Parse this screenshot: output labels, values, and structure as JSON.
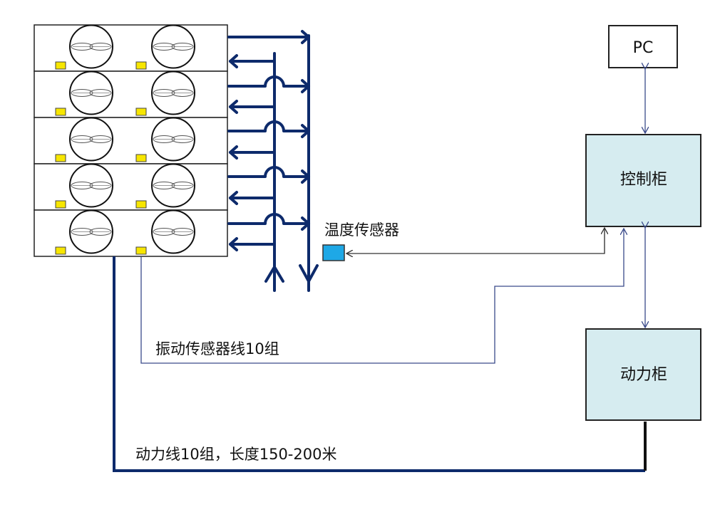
{
  "labels": {
    "pc": "PC",
    "control_cabinet": "控制柜",
    "power_cabinet": "动力柜",
    "temp_sensor": "温度传感器",
    "vibration_lines": "振动传感器线10组",
    "power_lines": "动力线10组，长度150-200米"
  },
  "units": {
    "rows": 5,
    "fans_per_row": 2
  },
  "colors": {
    "pipe": "#0d2a6b",
    "cabinet_fill": "#d6ecf0",
    "sensor_yellow": "#f7e600",
    "temp_sensor": "#1ea8e6",
    "thin_line": "#3a4a8a"
  }
}
